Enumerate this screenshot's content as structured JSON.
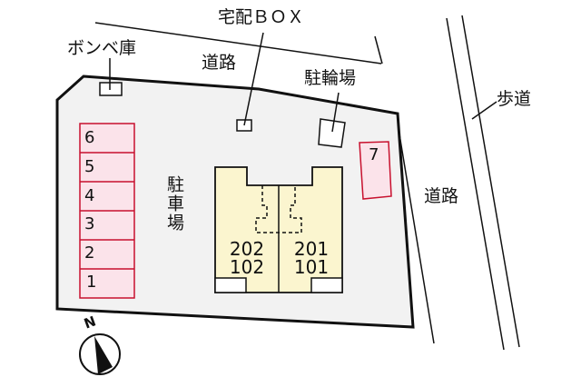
{
  "labels": {
    "delivery_box": "宅配ＢＯＸ",
    "gas_cylinder_storage": "ボンベ庫",
    "road_top": "道路",
    "bicycle_parking": "駐輪場",
    "sidewalk": "歩道",
    "road_right": "道路",
    "parking_lot": "駐車場",
    "north": "N"
  },
  "parking_slots": [
    {
      "number": "6"
    },
    {
      "number": "5"
    },
    {
      "number": "4"
    },
    {
      "number": "3"
    },
    {
      "number": "2"
    },
    {
      "number": "1"
    },
    {
      "number": "7"
    }
  ],
  "building": {
    "units_left": {
      "upper": "202",
      "lower": "102"
    },
    "units_right": {
      "upper": "201",
      "lower": "101"
    }
  },
  "colors": {
    "lot_fill": "#f2f2f2",
    "parking_fill": "#fbe3ea",
    "parking_border": "#c8102e",
    "building_fill": "#fbf5cf",
    "line": "#111111"
  }
}
